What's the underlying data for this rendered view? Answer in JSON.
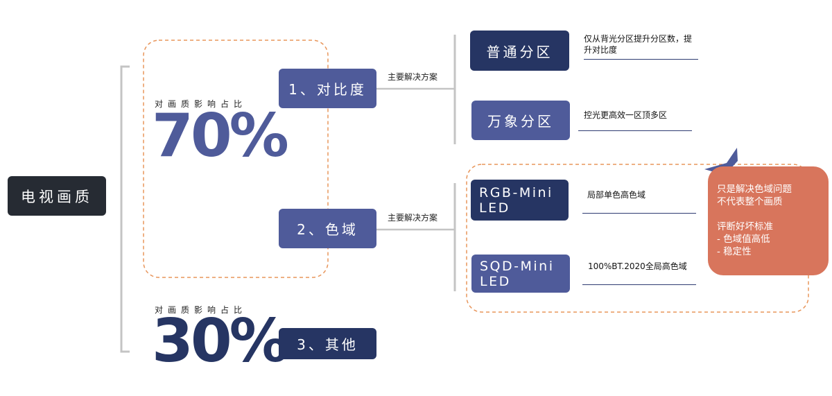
{
  "root": {
    "label": "电视画质"
  },
  "shares": [
    {
      "caption": "对画质影响占比",
      "value": "70%"
    },
    {
      "caption": "对画质影响占比",
      "value": "30%"
    }
  ],
  "categories": [
    {
      "label": "1、对比度",
      "solution_label": "主要解决方案"
    },
    {
      "label": "2、色域",
      "solution_label": "主要解决方案"
    },
    {
      "label": "3、其他"
    }
  ],
  "solutions": [
    {
      "label": "普通分区",
      "note": "仅从背光分区提升分区数，提升对比度"
    },
    {
      "label": "万象分区",
      "note": "控光更高效一区顶多区"
    },
    {
      "label": "RGB-Mini LED",
      "note": "局部单色高色域"
    },
    {
      "label": "SQD-Mini LED",
      "note": "100%BT.2020全局高色域"
    }
  ],
  "callout": {
    "line1": "只是解决色域问题",
    "line2": "不代表整个画质",
    "line3": "评断好坏标准",
    "line4": "- 色域值高低",
    "line5": "- 稳定性"
  },
  "colors": {
    "dark_navy": "#263563",
    "mid_blue": "#4f5b9a",
    "root_bg": "#262b33",
    "callout_bg": "#d8755c",
    "dashed_orange": "#e8955a",
    "connector_gray": "#c4c4c4"
  }
}
